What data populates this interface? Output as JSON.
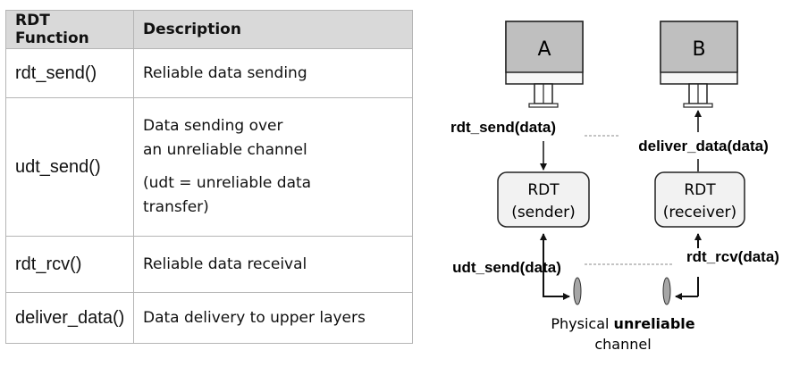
{
  "table": {
    "headers": {
      "function": "RDT Function",
      "description": "Description"
    },
    "rows": [
      {
        "function": "rdt_send()",
        "description": [
          "Reliable data sending"
        ]
      },
      {
        "function": "udt_send()",
        "description": [
          "Data sending over",
          "an unreliable channel",
          "(udt = unreliable data",
          "transfer)"
        ]
      },
      {
        "function": "rdt_rcv()",
        "description": [
          "Reliable data receival"
        ]
      },
      {
        "function": "deliver_data()",
        "description": [
          "Data delivery to upper layers"
        ]
      }
    ]
  },
  "diagram": {
    "host_a": "A",
    "host_b": "B",
    "sender_box": {
      "line1": "RDT",
      "line2": "(sender)"
    },
    "receiver_box": {
      "line1": "RDT",
      "line2": "(receiver)"
    },
    "labels": {
      "rdt_send": "rdt_send(data)",
      "deliver_data": "deliver_data(data)",
      "udt_send": "udt_send(data)",
      "rdt_rcv": "rdt_rcv(data)"
    },
    "caption": {
      "prefix": "Physical ",
      "bold": "unreliable",
      "line2": "channel"
    },
    "colors": {
      "monitor_fill": "#bfbfbf",
      "box_fill": "#f2f2f2",
      "header_fill": "#d9d9d9"
    }
  }
}
